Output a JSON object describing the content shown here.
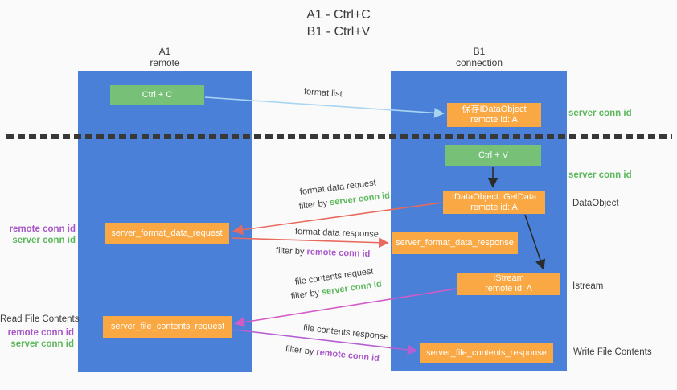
{
  "title": {
    "line1": "A1 - Ctrl+C",
    "line2": "B1 - Ctrl+V"
  },
  "columns": {
    "left": {
      "id": "A1",
      "name": "remote"
    },
    "right": {
      "id": "B1",
      "name": "connection"
    }
  },
  "nodes": {
    "ctrl_c": {
      "label": "Ctrl + C"
    },
    "ctrl_v": {
      "label": "Ctrl + V"
    },
    "save_idataobject": {
      "line1": "保存IDataObject",
      "line2": "remote id: A"
    },
    "idataobject_getdata": {
      "line1": "IDataObject::GetData",
      "line2": "remote id: A"
    },
    "istream": {
      "line1": "IStream",
      "line2": "remote id: A"
    },
    "server_format_data_request": {
      "label": "server_format_data_request"
    },
    "server_format_data_response": {
      "label": "server_format_data_response"
    },
    "server_file_contents_request": {
      "label": "server_file_contents_request"
    },
    "server_file_contents_response": {
      "label": "server_file_contents_response"
    }
  },
  "terms": {
    "filter_by": "filter by",
    "server_conn_id": "server conn id",
    "remote_conn_id": "remote conn id"
  },
  "arrow_labels": {
    "format_list": "format list",
    "format_data_request": "format data request",
    "format_data_response": "format data response",
    "file_contents_request": "file contents request",
    "file_contents_response": "file contents response"
  },
  "side_labels": {
    "dataobject": "DataObject",
    "istream": "Istream",
    "read_file_contents": "Read File Contents",
    "write_file_contents": "Write File Contents"
  },
  "colors": {
    "column_blue": "#4a80d8",
    "box_green": "#77c077",
    "box_orange": "#f9a843",
    "green_text": "#5cb85c",
    "purple_text": "#a957c8",
    "arrow_light_blue": "#a9d5f1",
    "arrow_red": "#e86a5e",
    "arrow_magenta": "#d35bc8",
    "arrow_purple": "#b55fd2",
    "arrow_black": "#2b2b2b"
  }
}
